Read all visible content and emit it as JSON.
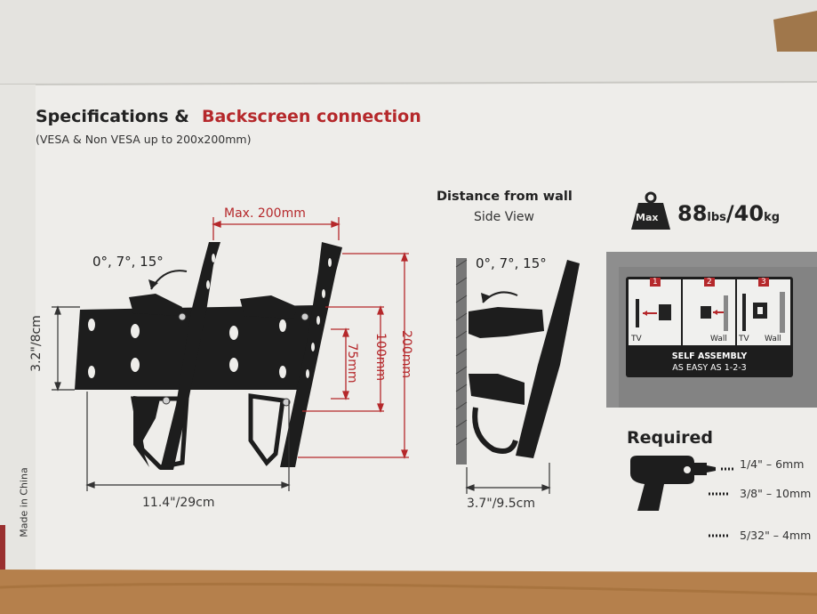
{
  "heading": {
    "part1": "Specifications &",
    "part2": "Backscreen connection",
    "subtitle": "(VESA & Non VESA up to 200x200mm)"
  },
  "front_view": {
    "tilt_angles": "0°, 7°, 15°",
    "max_width": "Max. 200mm",
    "height_left": "3.2\"/8cm",
    "width_bottom": "11.4\"/29cm",
    "hole_75": "75mm",
    "hole_100": "100mm",
    "hole_200": "200mm"
  },
  "side_view": {
    "title": "Distance from wall",
    "subtitle": "Side View",
    "tilt_angles": "0°, 7°, 15°",
    "depth": "3.7\"/9.5cm"
  },
  "capacity": {
    "badge": "Max",
    "value_main": "88",
    "unit1": "lbs",
    "slash": "/40",
    "unit2": "kg"
  },
  "assembly": {
    "steps": [
      "1",
      "2",
      "3"
    ],
    "label_tv1": "TV",
    "label_wall2": "Wall",
    "label_tv3": "TV",
    "label_wall3": "Wall",
    "line1": "SELF ASSEMBLY",
    "line2": "AS EASY AS 1-2-3"
  },
  "required": {
    "title": "Required",
    "sizes": [
      "1/4\" – 6mm",
      "3/8\" – 10mm",
      "5/32\" – 4mm"
    ]
  },
  "made_in": "Made in China",
  "colors": {
    "red": "#b5282b",
    "dark": "#1e1e1e",
    "box": "#ececea",
    "wood": "#c9955e",
    "panel": "#8c8c8c"
  }
}
